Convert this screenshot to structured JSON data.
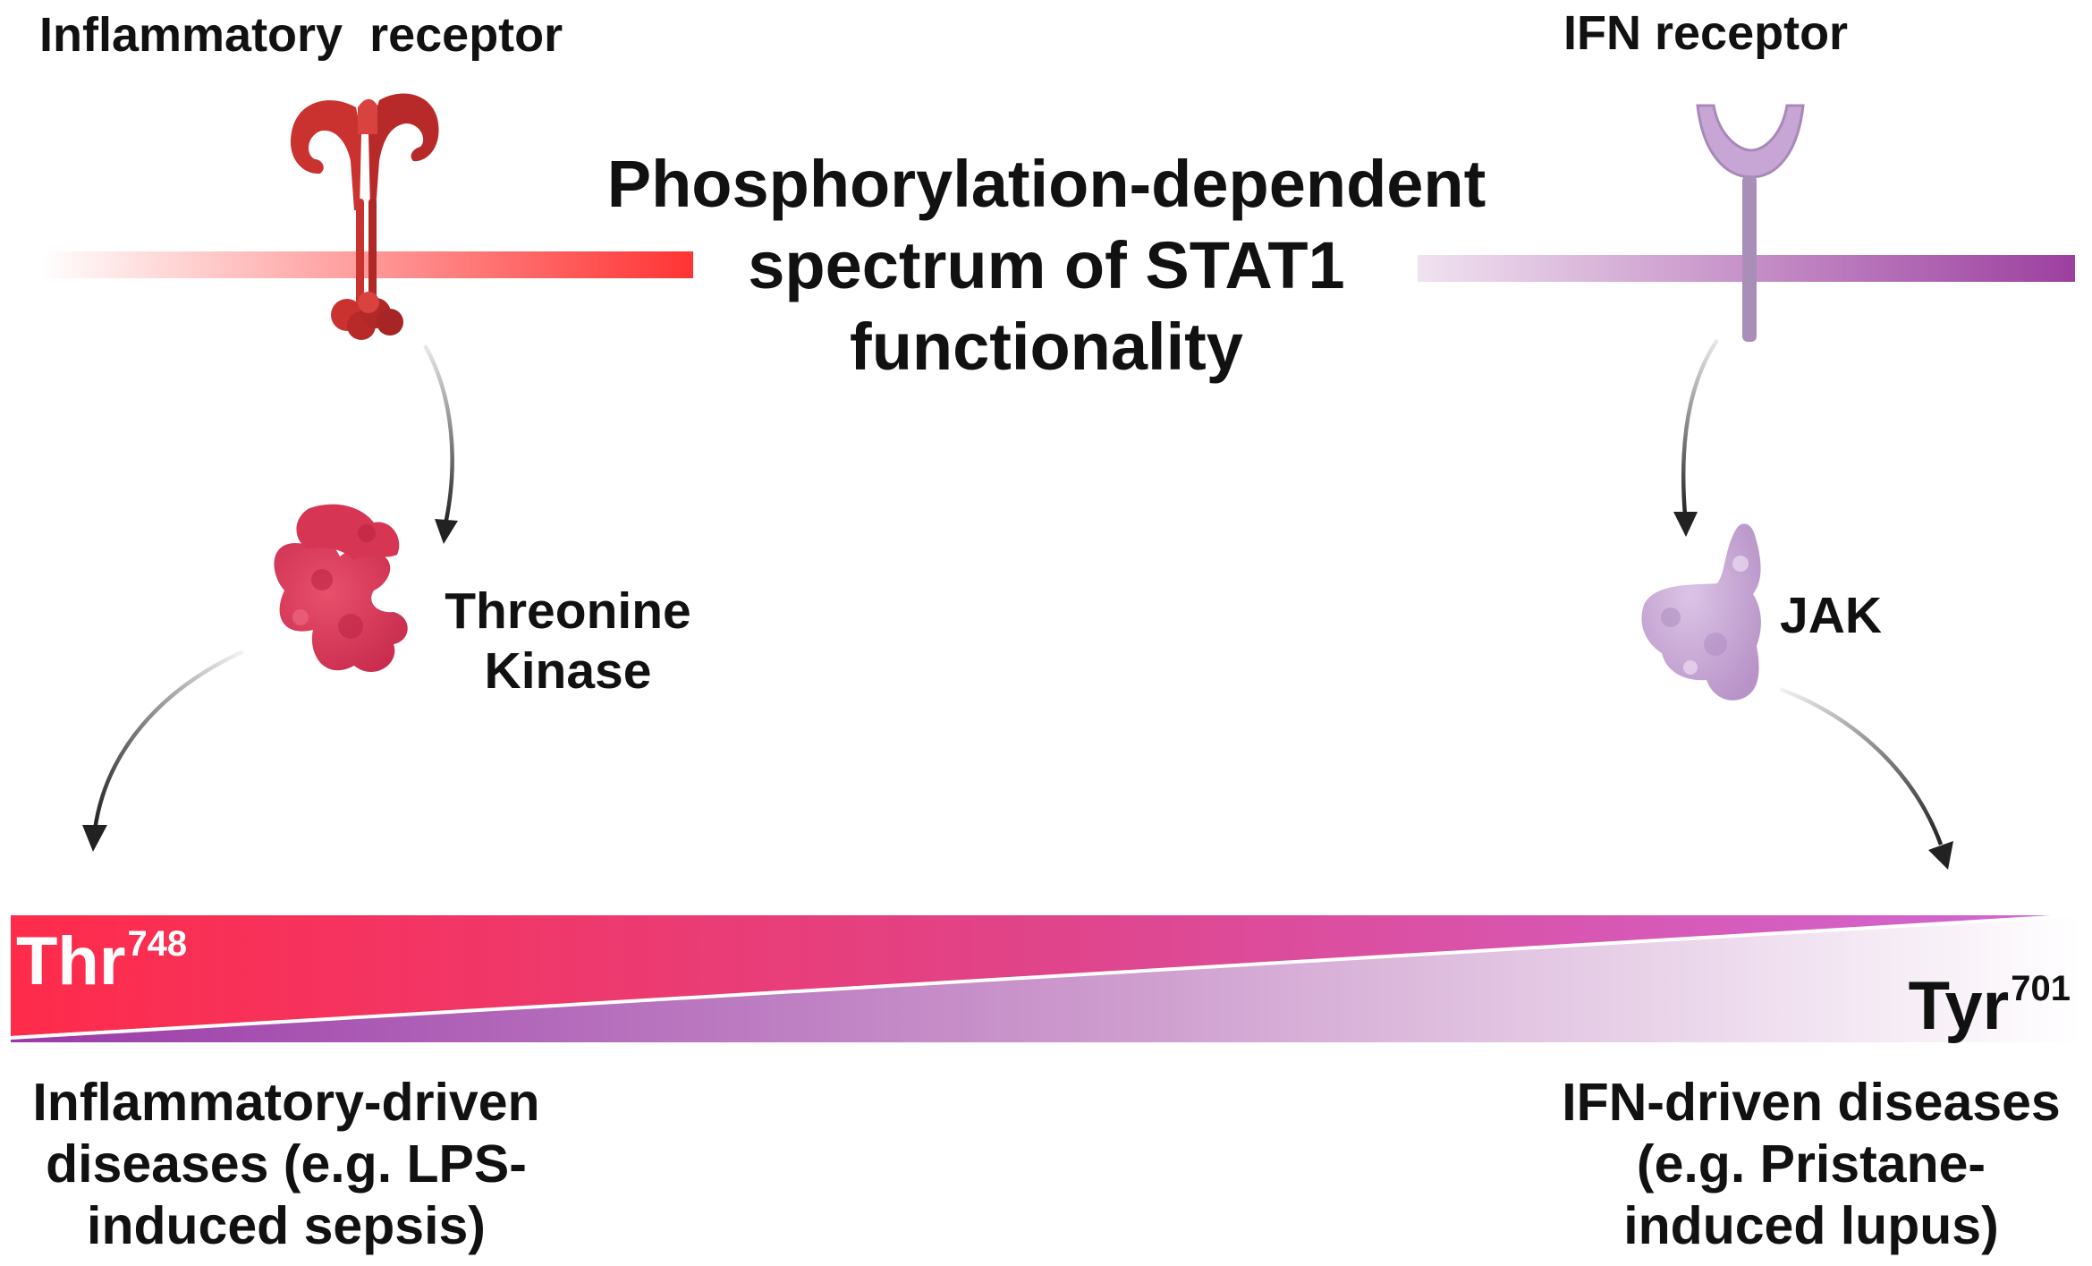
{
  "title": [
    "Phosphorylation-dependent",
    "spectrum of STAT1",
    "functionality"
  ],
  "receptors": {
    "inflammatory": "Inflammatory  receptor",
    "ifn": "IFN receptor"
  },
  "kinases": {
    "threonine": [
      "Threonine",
      "Kinase"
    ],
    "jak": "JAK"
  },
  "spectrum": {
    "left_residue": "Thr",
    "left_residue_position": "748",
    "right_residue": "Tyr",
    "right_residue_position": "701"
  },
  "diseases": {
    "inflammatory": [
      "Inflammatory-driven",
      "diseases (e.g. LPS-",
      "induced sepsis)"
    ],
    "ifn": [
      "IFN-driven diseases",
      "(e.g. Pristane-",
      "induced lupus)"
    ]
  },
  "colors": {
    "inflammatory_red": "#cf3a3a",
    "membrane_red": "#ff3333",
    "kinase_pink": "#e0405e",
    "ifn_lilac": "#c7a6d6",
    "membrane_purple": "#9c3f9f",
    "spectrum_red": "#ff2b4a",
    "spectrum_violet": "#d068d6"
  }
}
